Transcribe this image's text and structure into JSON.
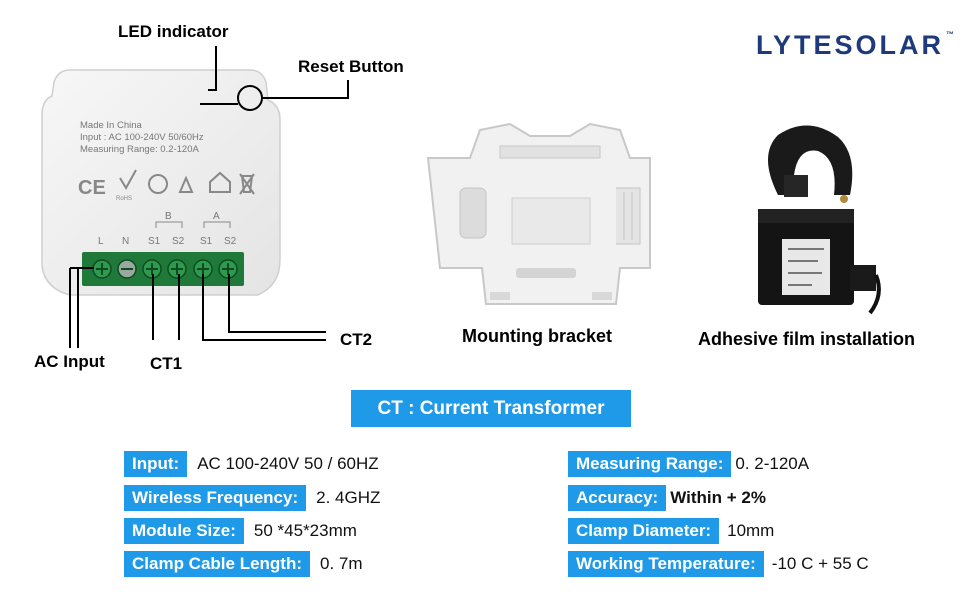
{
  "brand": {
    "logo_text": "LYTESOLAR",
    "trademark": "™"
  },
  "device": {
    "info_lines": [
      "Made In China",
      "Input : AC 100-240V 50/60Hz",
      "Measuring Range: 0.2-120A"
    ],
    "cert_marks": [
      "CE",
      "RoHS"
    ],
    "group_labels": [
      "B",
      "A"
    ],
    "terminal_labels": [
      "L",
      "N",
      "S1",
      "S2",
      "S1",
      "S2"
    ]
  },
  "callouts": {
    "led": "LED indicator",
    "reset": "Reset Button",
    "ac_input": "AC Input",
    "ct1": "CT1",
    "ct2": "CT2"
  },
  "captions": {
    "bracket": "Mounting bracket",
    "clamp": "Adhesive film installation"
  },
  "banner": "CT : Current Transformer",
  "specs": {
    "left": [
      {
        "label": "Input:",
        "value": "AC 100-240V 50 / 60HZ"
      },
      {
        "label": "Wireless Frequency:",
        "value": "2. 4GHZ"
      },
      {
        "label": "Module Size:",
        "value": "50 *45*23mm"
      },
      {
        "label": "Clamp Cable Length:",
        "value": "0. 7m"
      }
    ],
    "right": [
      {
        "label": "Measuring Range:",
        "value": "0. 2-120A"
      },
      {
        "label": "Accuracy:",
        "value": "Within + 2%"
      },
      {
        "label": "Clamp Diameter:",
        "value": "10mm"
      },
      {
        "label": "Working Temperature:",
        "value": "-10 C + 55 C"
      }
    ]
  },
  "colors": {
    "accent": "#1e9ae8",
    "logo": "#1f3a7a",
    "terminal_green": "#1f7a3a"
  }
}
